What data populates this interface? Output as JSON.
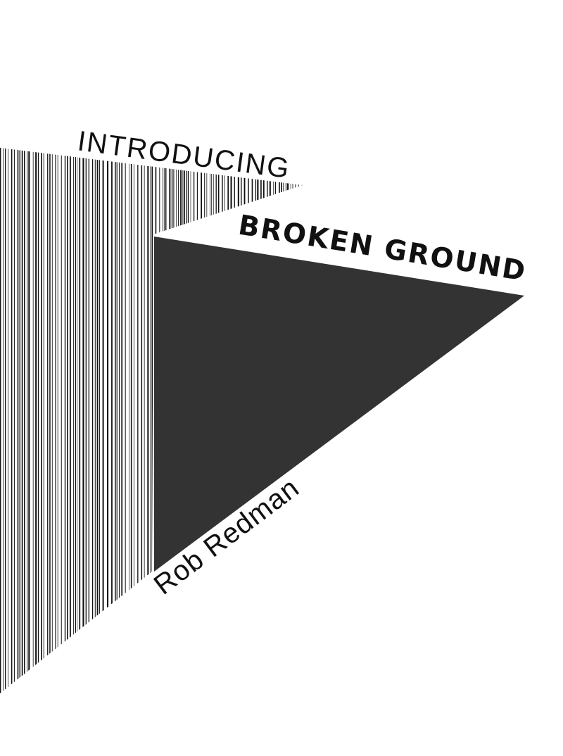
{
  "cover": {
    "kicker": "INTRODUCING",
    "title": "BROKEN GROUND",
    "author": "Rob Redman"
  },
  "colors": {
    "background": "#ffffff",
    "triangle": "#333333",
    "stripes": "#111111"
  }
}
